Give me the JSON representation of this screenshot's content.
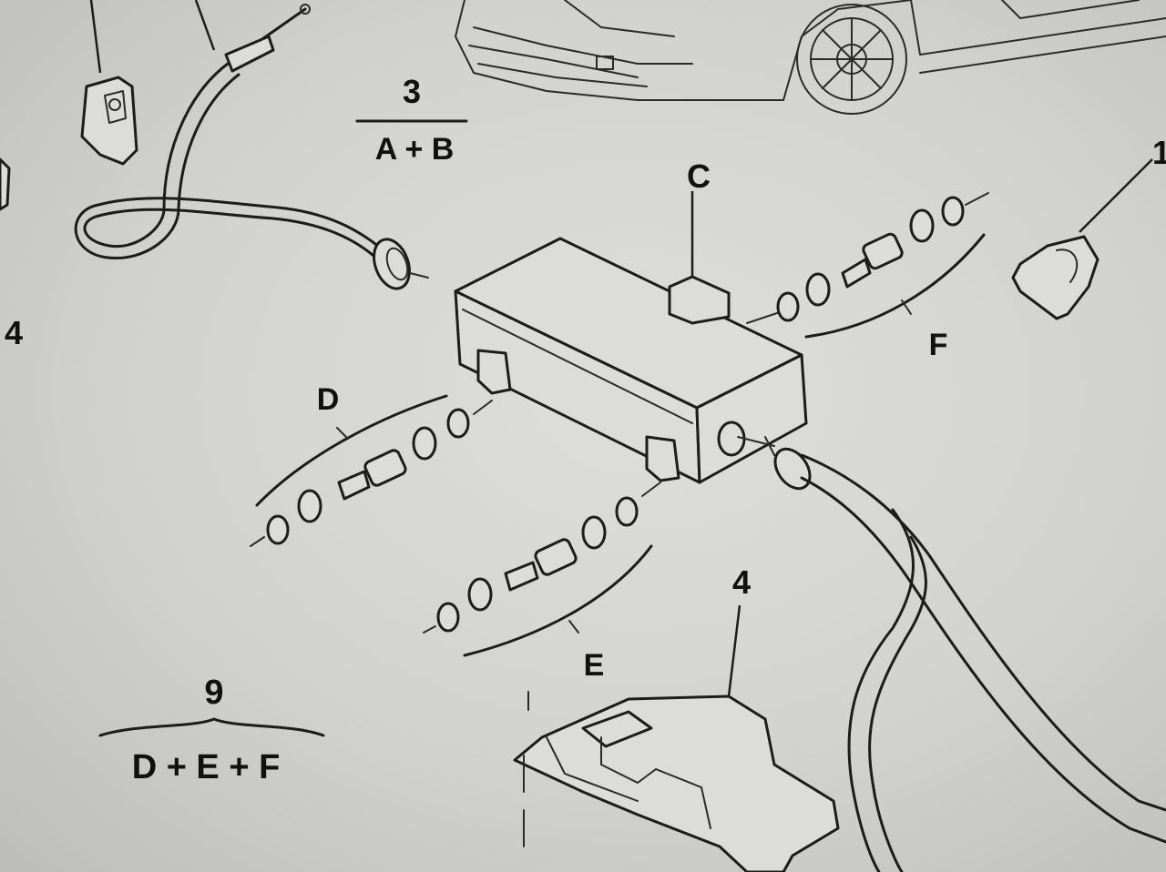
{
  "labels": {
    "l3": "3",
    "lAB": "A + B",
    "lC": "C",
    "l1": "1",
    "l4left": "4",
    "lF": "F",
    "lD": "D",
    "lE": "E",
    "l4bottom": "4",
    "l9": "9",
    "lDEF": "D + E + F"
  }
}
